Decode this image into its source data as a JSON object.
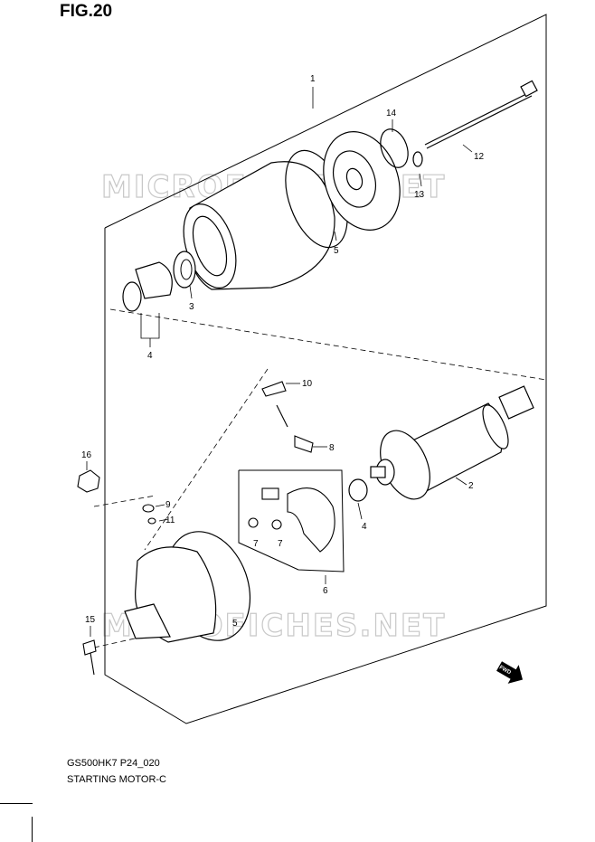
{
  "figure_title": "FIG.20",
  "watermark": "MICROFICHES.NET",
  "model_code": "GS500HK7 P24_020",
  "subtitle": "STARTING MOTOR-C",
  "fwd_label": "FWD",
  "callouts": {
    "p1": "1",
    "p2": "2",
    "p3": "3",
    "p4a": "4",
    "p4b": "4",
    "p5a": "5",
    "p5b": "5",
    "p6": "6",
    "p7a": "7",
    "p7b": "7",
    "p8": "8",
    "p9": "9",
    "p10": "10",
    "p11": "11",
    "p12": "12",
    "p13": "13",
    "p14": "14",
    "p15": "15",
    "p16": "16"
  }
}
